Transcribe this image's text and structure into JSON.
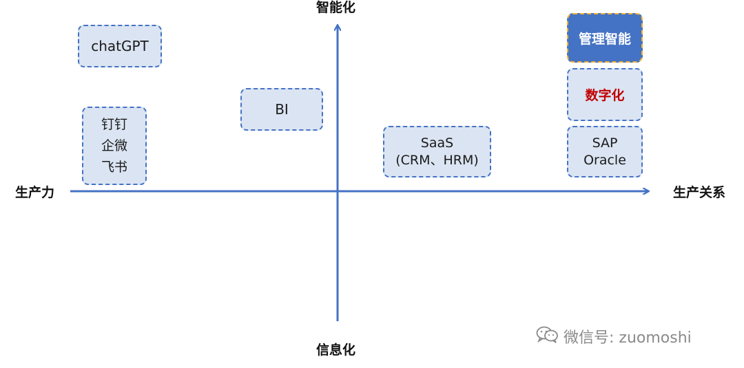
{
  "axes": {
    "top": "智能化",
    "bottom": "信息化",
    "left": "生产力",
    "right": "生产关系"
  },
  "boxes": {
    "chatgpt": "chatGPT",
    "collab": [
      "钉钉",
      "企微",
      "飞书"
    ],
    "bi": "BI",
    "saas": [
      "SaaS",
      "(CRM、HRM)"
    ],
    "mgmt_intel": "管理智能",
    "digital": "数字化",
    "erp": [
      "SAP",
      "Oracle"
    ]
  },
  "watermark": {
    "icon": "wechat-icon",
    "text": "微信号: zuomoshi"
  },
  "colors": {
    "axis": "#4472c4",
    "box_fill": "#dbe4f2",
    "box_border": "#4472c4",
    "highlight_fill": "#4472c4",
    "highlight_border": "#f2b233",
    "red_text": "#c00000"
  }
}
